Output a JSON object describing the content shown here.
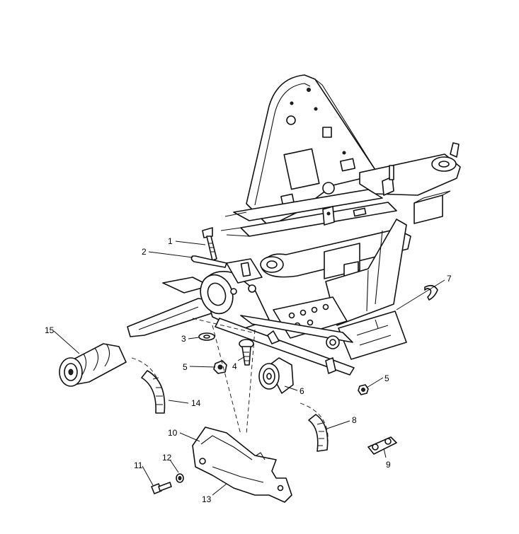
{
  "callouts": [
    {
      "id": "c1",
      "text": "1"
    },
    {
      "id": "c2",
      "text": "2"
    },
    {
      "id": "c3",
      "text": "3"
    },
    {
      "id": "c4",
      "text": "4"
    },
    {
      "id": "c5a",
      "text": "5"
    },
    {
      "id": "c5b",
      "text": "5"
    },
    {
      "id": "c6",
      "text": "6"
    },
    {
      "id": "c7",
      "text": "7"
    },
    {
      "id": "c8",
      "text": "8"
    },
    {
      "id": "c9",
      "text": "9"
    },
    {
      "id": "c10",
      "text": "10"
    },
    {
      "id": "c11",
      "text": "11"
    },
    {
      "id": "c12",
      "text": "12"
    },
    {
      "id": "c13",
      "text": "13"
    },
    {
      "id": "c14",
      "text": "14"
    },
    {
      "id": "c15",
      "text": "15"
    }
  ]
}
